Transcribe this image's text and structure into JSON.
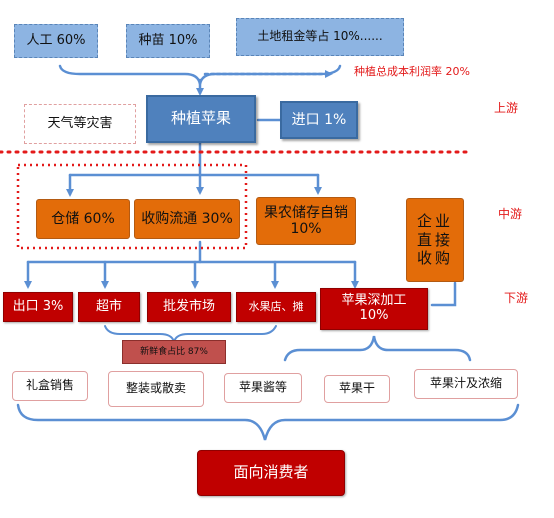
{
  "inputs": {
    "labor": "人工 60%",
    "seedling": "种苗 10%",
    "land": "土地租金等占 10%......"
  },
  "profit_note": "种植总成本利润率 20%",
  "upstream": {
    "disaster": "天气等灾害",
    "planting": "种植苹果",
    "import": "进口 1%",
    "label": "上游"
  },
  "midstream": {
    "storage": "仓储 60%",
    "purchase": "收购流通 30%",
    "farmer_storage": "果农储存自销 10%",
    "enterprise": "企业直接收购",
    "label": "中游"
  },
  "downstream": {
    "export": "出口 3%",
    "supermarket": "超市",
    "wholesale": "批发市场",
    "fruit_shop": "水果店、摊",
    "processing": "苹果深加工 10%",
    "fresh_share": "新鲜食占比 87%",
    "label": "下游"
  },
  "products": {
    "gift_box": "礼盒销售",
    "bulk": "整装或散卖",
    "sauce": "苹果酱等",
    "dried": "苹果干",
    "juice": "苹果汁及浓缩"
  },
  "consumer": "面向消费者",
  "colors": {
    "blue_light": "#8db4e2",
    "blue": "#4f81bd",
    "orange": "#e36c09",
    "red": "#c00000",
    "line": "#5b8fd3",
    "divider": "#e31a1a"
  }
}
